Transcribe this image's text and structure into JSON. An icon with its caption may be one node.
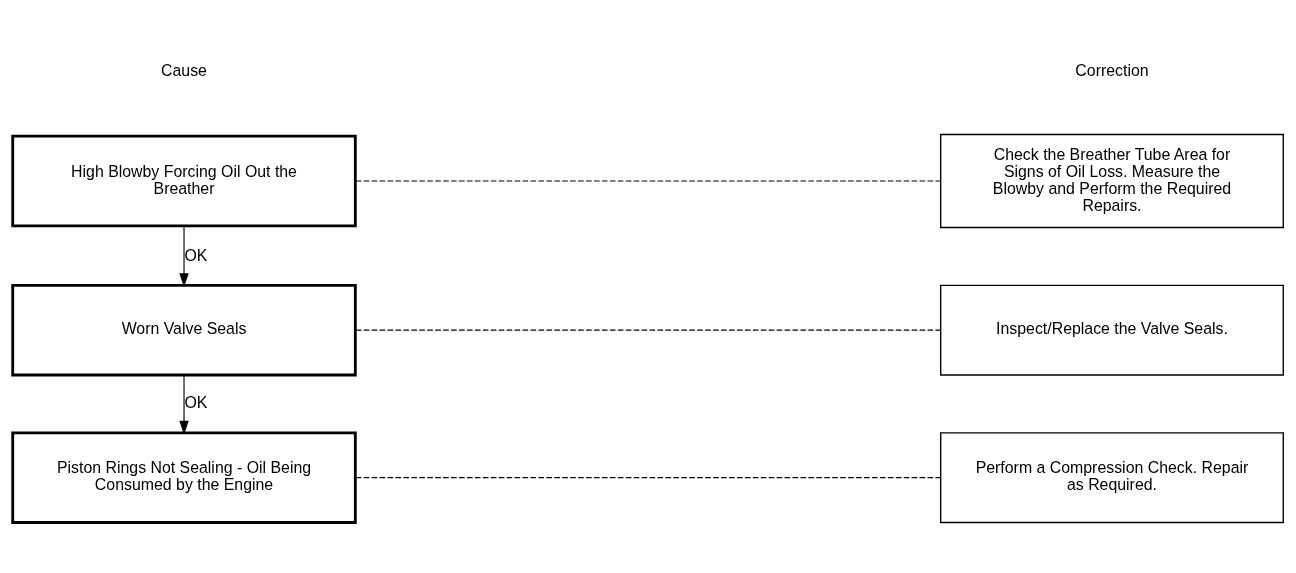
{
  "diagram": {
    "nodes": [
      {
        "text": [
          "High Blowby Forcing Oil Out the Breather"
        ]
      },
      {
        "text": [
          "Check the Breather Tube Area for Signs of Oil Loss. Measure the Blowby and Perform the Required Repairs."
        ]
      },
      {
        "text": [
          "Worn Valve Seals"
        ]
      },
      {
        "text": [
          "Inspect/Replace the Valve Seals."
        ]
      },
      {
        "text": [
          "Piston Rings Not Sealing - Oil Being Consumed by the Engine"
        ]
      },
      {
        "text": [
          "Perform a Compression Check. Repair as Required."
        ]
      }
    ],
    "edges": [
      {
        "from": 0,
        "to": 1,
        "arrow": "none",
        "style": "dashed"
      },
      {
        "from": 0,
        "to": 2,
        "arrow": "to",
        "label": "OK"
      },
      {
        "from": 2,
        "to": 3,
        "arrow": "none",
        "style": "dashed"
      },
      {
        "from": 2,
        "to": 4,
        "arrow": "to",
        "label": "OK"
      },
      {
        "from": 4,
        "to": 5,
        "arrow": "none",
        "style": "dashed"
      }
    ],
    "labels": [
      "Cause",
      "Correction"
    ]
  }
}
